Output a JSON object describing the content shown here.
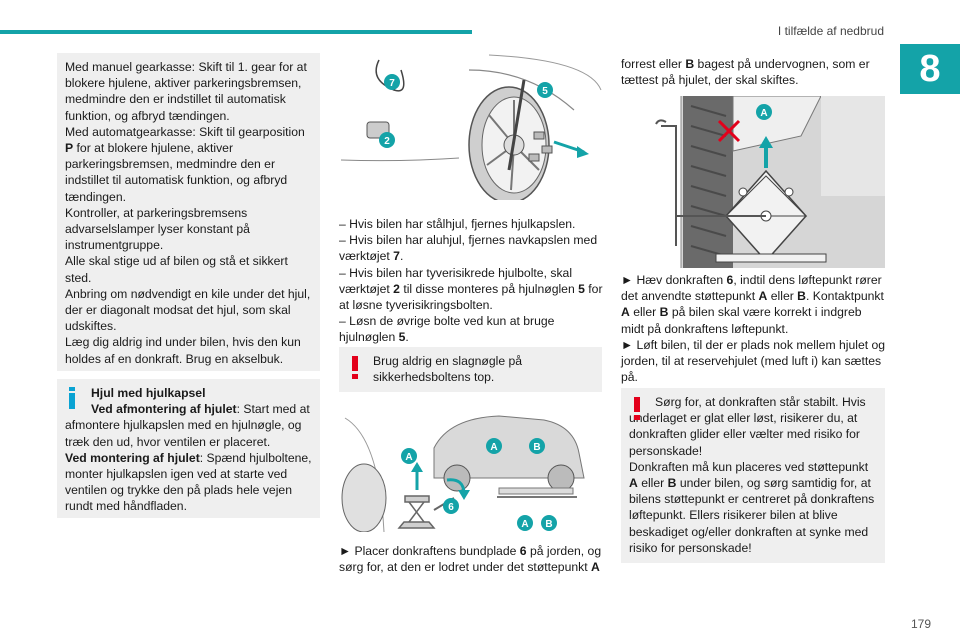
{
  "header": {
    "title": "I tilfælde af nedbrud",
    "chapter": "8",
    "page": "179"
  },
  "intro_box": {
    "lines": [
      "Med manuel gearkasse: Skift til 1. gear for at blokere hjulene, aktiver parkeringsbremsen, medmindre den er indstillet til automatisk funktion, og afbryd tændingen.",
      "Med automatgearkasse: Skift til gearposition ",
      "P",
      " for at blokere hjulene, aktiver parkeringsbremsen, medmindre den er indstillet til automatisk funktion, og afbryd tændingen.",
      "Kontroller, at parkeringsbremsens advarselslamper lyser konstant på instrumentgruppe.",
      "Alle skal stige ud af bilen og stå et sikkert sted.",
      "Anbring om nødvendigt en kile under det hjul, der er diagonalt modsat det hjul, som skal udskiftes.",
      "Læg dig aldrig ind under bilen, hvis den kun holdes af en donkraft. Brug en akselbuk."
    ]
  },
  "info_box": {
    "title": "Hjul med hjulkapsel",
    "removal_label": "Ved afmontering af hjulet",
    "removal_text": ": Start med at afmontere hjulkapslen med en hjulnøgle, og træk den ud, hvor ventilen er placeret.",
    "mount_label": "Ved montering af hjulet",
    "mount_text": ": Spænd hjulboltene, monter hjulkapslen igen ved at starte ved ventilen og trykke den på plads hele vejen rundt med håndfladen."
  },
  "middle": {
    "illus1_labels": [
      "7",
      "5",
      "2"
    ],
    "step1": "– Hvis bilen har stålhjul, fjernes hjulkapslen.",
    "step2": "– Hvis bilen har aluhjul, fjernes navkapslen med værktøjet ",
    "step2_b": "7",
    "step3": "– Hvis bilen har tyverisikrede hjulbolte, skal værktøjet ",
    "step3_b1": "2",
    "step3_mid": " til disse monteres på hjulnøglen ",
    "step3_b2": "5",
    "step3_end": " for at løsne tyverisikringsbolten.",
    "step4": "– Løsn de øvrige bolte ved kun at bruge hjulnøglen ",
    "step4_b": "5",
    "warning": "Brug aldrig en slagnøgle på sikkerhedsboltens top.",
    "illus2_labels": [
      "A",
      "B",
      "A",
      "6",
      "A",
      "B"
    ],
    "step5_pre": "► Placer donkraftens bundplade ",
    "step5_b": "6",
    "step5_mid": " på jorden, og sørg for, at den er lodret under det støttepunkt ",
    "step5_b2": "A"
  },
  "right": {
    "cont_pre": "forrest eller ",
    "cont_b": "B",
    "cont_text": " bagest på undervognen, som er tættest på hjulet, der skal skiftes.",
    "illus3_label": "A",
    "p1_pre": "► Hæv donkraften ",
    "p1_b1": "6",
    "p1_mid": ", indtil dens løftepunkt rører det anvendte støttepunkt ",
    "p1_b2": "A",
    "p1_or": " eller ",
    "p1_b3": "B",
    "p1_mid2": ". Kontaktpunkt ",
    "p1_b4": "A",
    "p1_or2": " eller ",
    "p1_b5": "B",
    "p1_end": " på bilen skal være korrekt i indgreb midt på donkraftens løftepunkt.",
    "p2": "► Løft bilen, til der er plads nok mellem hjulet og jorden, til at reservehjulet (med luft i) kan sættes på.",
    "warn_a": "Sørg for, at donkraften står stabilt. Hvis underlaget er glat eller løst, risikerer du, at donkraften glider eller vælter med risiko for personskade!",
    "warn_b_pre": "Donkraften må kun placeres ved støttepunkt ",
    "warn_b_b1": "A",
    "warn_b_or": " eller ",
    "warn_b_b2": "B",
    "warn_b_end": " under bilen, og sørg samtidig for, at bilens støttepunkt er centreret på donkraftens løftepunkt. Ellers risikerer bilen at blive beskadiget og/eller donkraften at synke med risiko for personskade!"
  },
  "colors": {
    "accent": "#14a3a8",
    "warning": "#e3001b",
    "info": "#0aa3d3",
    "box": "#efefef"
  }
}
